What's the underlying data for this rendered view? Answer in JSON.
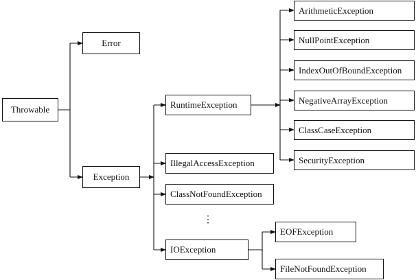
{
  "nodes": {
    "throwable": "Throwable",
    "error": "Error",
    "exception": "Exception",
    "runtime_exception": "RuntimeException",
    "illegal_access_exception": "IllegalAccessException",
    "class_not_found_exception": "ClassNotFoundException",
    "io_exception": "IOException",
    "arithmetic_exception": "ArithmeticException",
    "null_point_exception": "NullPointException",
    "index_out_of_bound_exception": "IndexOutOfBoundException",
    "negative_array_exception": "NegativeArrayException",
    "class_case_exception": "ClassCaseException",
    "security_exception": "SecurityException",
    "eof_exception": "EOFException",
    "file_not_found_exception": "FileNotFoundException"
  },
  "ellipsis": "⋮",
  "colors": {
    "line": "#111111",
    "box_border": "#111111",
    "background": "#ffffff"
  }
}
